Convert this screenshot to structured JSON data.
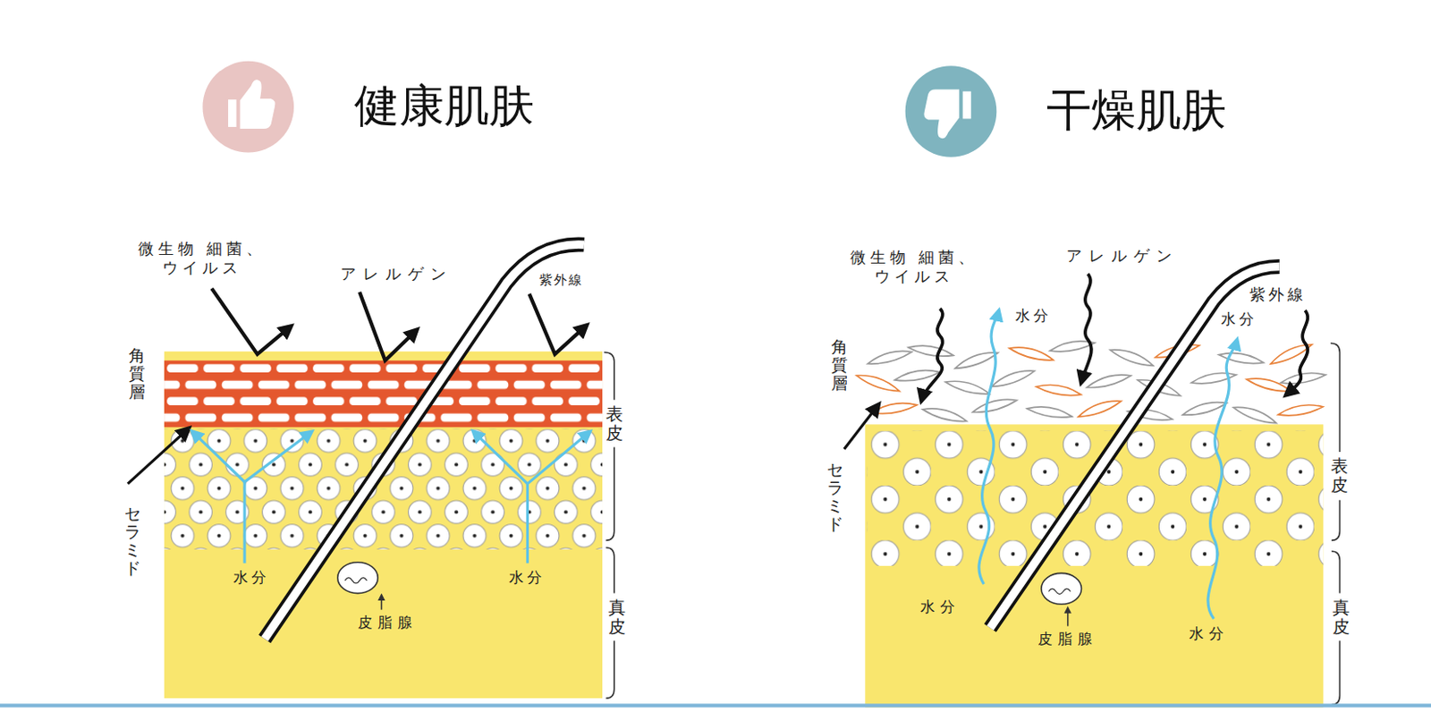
{
  "diagram": {
    "labels": [
      "健康肌肤",
      "干燥肌肤",
      "微生物 細菌、ウイルス",
      "アレルゲン",
      "紫外線",
      "角質層",
      "表皮",
      "セラミド",
      "水分",
      "皮脂腺",
      "水分",
      "真皮",
      "微生物 細菌、ウイルス",
      "アレルゲン",
      "水分",
      "紫外線",
      "水分",
      "角質層",
      "表皮",
      "セラミド",
      "水分",
      "皮脂腺",
      "水分",
      "真皮"
    ]
  }
}
